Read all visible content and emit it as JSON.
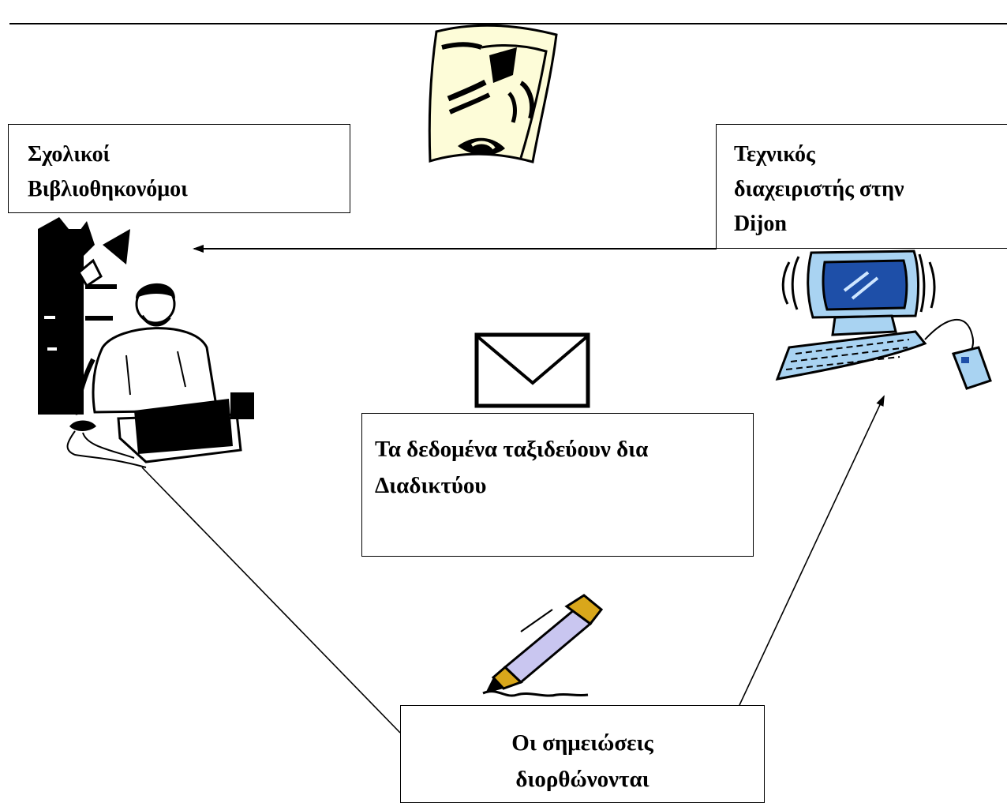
{
  "diagram": {
    "nodes": {
      "librarians": {
        "lines": [
          "Σχολικοί",
          "Βιβλιοθηκονόμοι"
        ]
      },
      "admin": {
        "lines": [
          "Τεχνικός",
          "διαχειριστής στην",
          "Dijon"
        ]
      },
      "data": {
        "lines": [
          "Τα δεδομένα ταξιδεύουν δια",
          "Διαδικτύου"
        ]
      },
      "notes": {
        "lines": [
          "Οι σημειώσεις",
          "διορθώνονται"
        ]
      }
    },
    "edges": [
      {
        "from": "admin",
        "to": "librarians",
        "arrow": true
      },
      {
        "from": "notes",
        "to": "librarians",
        "arrow": false
      },
      {
        "from": "notes",
        "to": "admin",
        "arrow": true
      }
    ],
    "icons": [
      "document-icon",
      "person-laptop-icon",
      "envelope-icon",
      "computer-icon",
      "pen-icon"
    ]
  }
}
